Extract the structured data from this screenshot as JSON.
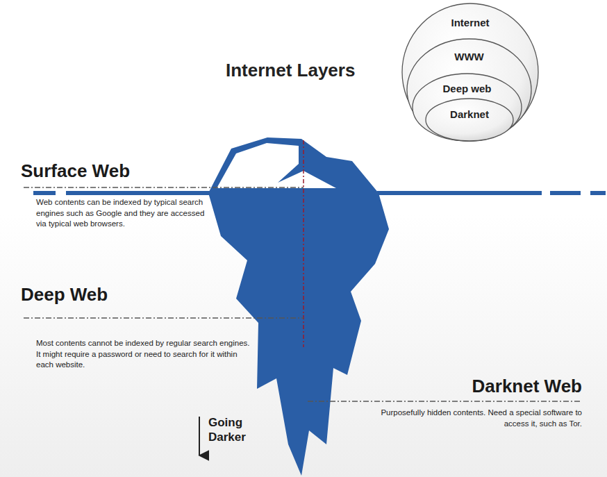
{
  "diagram": {
    "title": "Internet Layers",
    "nodes": [
      {
        "text": [
          "Internet"
        ]
      },
      {
        "text": [
          "WWW"
        ],
        "in": 0
      },
      {
        "text": [
          "Deep web"
        ],
        "in": 1
      },
      {
        "text": [
          "Darknet"
        ],
        "in": 2
      }
    ],
    "labels": [
      "Surface Web",
      "Web contents can be indexed by typical search engines such as Google and they are accessed via typical web browsers.",
      "Deep Web",
      "Most contents cannot be indexed by regular search engines. It might require a password or need to search for it within each website.",
      "Darknet Web",
      "Purposefully hidden contents. Need a special software to access it, such as Tor.",
      "Going Darker"
    ]
  }
}
